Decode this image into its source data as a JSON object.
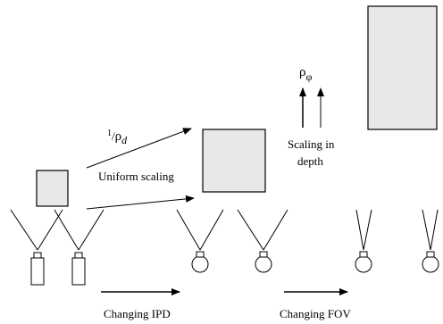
{
  "labels": {
    "inverse_rho_d_numerator": "1",
    "inverse_rho_d_slash": "/",
    "inverse_rho_d_rho": "ρ",
    "inverse_rho_d_sub": "d",
    "uniform_scaling": "Uniform scaling",
    "rho_phi_rho": "ρ",
    "rho_phi_sub": "φ",
    "scaling_in": "Scaling in",
    "depth": "depth",
    "changing_ipd": "Changing IPD",
    "changing_fov": "Changing FOV"
  },
  "colors": {
    "box_fill": "#e8e8e8",
    "stroke": "#000000"
  }
}
